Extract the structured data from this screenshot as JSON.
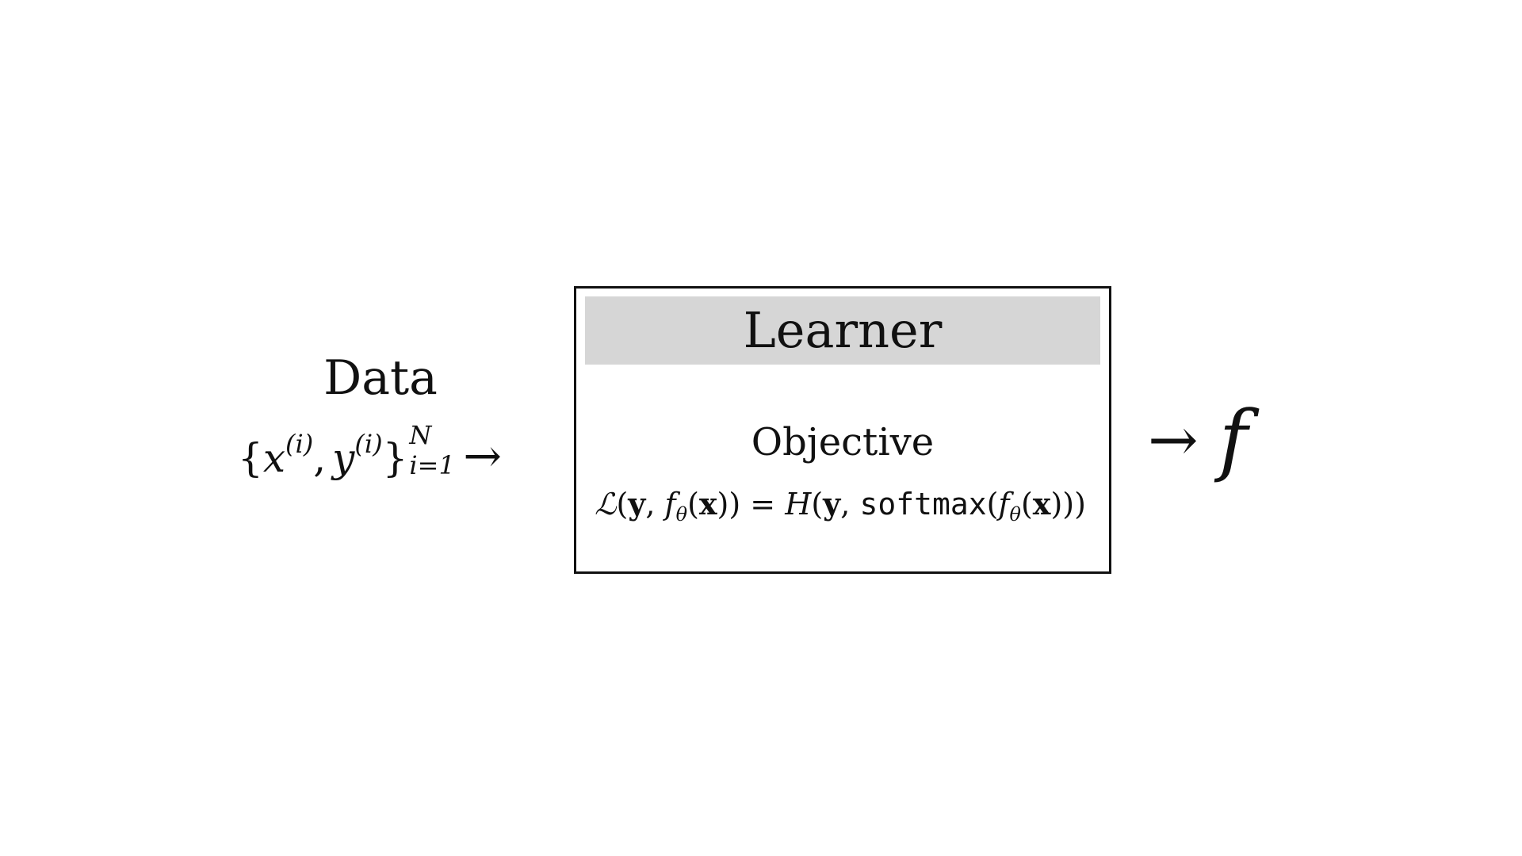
{
  "data_block": {
    "title": "Data",
    "formula": {
      "open": "{",
      "x": "x",
      "x_sup": "(i)",
      "comma": ",",
      "y": "y",
      "y_sup": "(i)",
      "close": "}",
      "upper_limit": "N",
      "lower_limit": "i=1",
      "arrow": "→"
    }
  },
  "learner_box": {
    "title": "Learner",
    "objective_label": "Objective",
    "objective_formula": {
      "loss_symbol": "ℒ",
      "open1": "(",
      "y": "y",
      "comma1": ", ",
      "f": "f",
      "theta1": "θ",
      "open2": "(",
      "x": "x",
      "close2": "))",
      "equals": " = ",
      "H": "H",
      "open3": "(",
      "y2": "y",
      "comma2": ", ",
      "softmax": "softmax",
      "open4": "(",
      "f2": "f",
      "theta2": "θ",
      "open5": "(",
      "x2": "x",
      "close5": ")))"
    }
  },
  "output_block": {
    "arrow": "→",
    "symbol": "f"
  }
}
